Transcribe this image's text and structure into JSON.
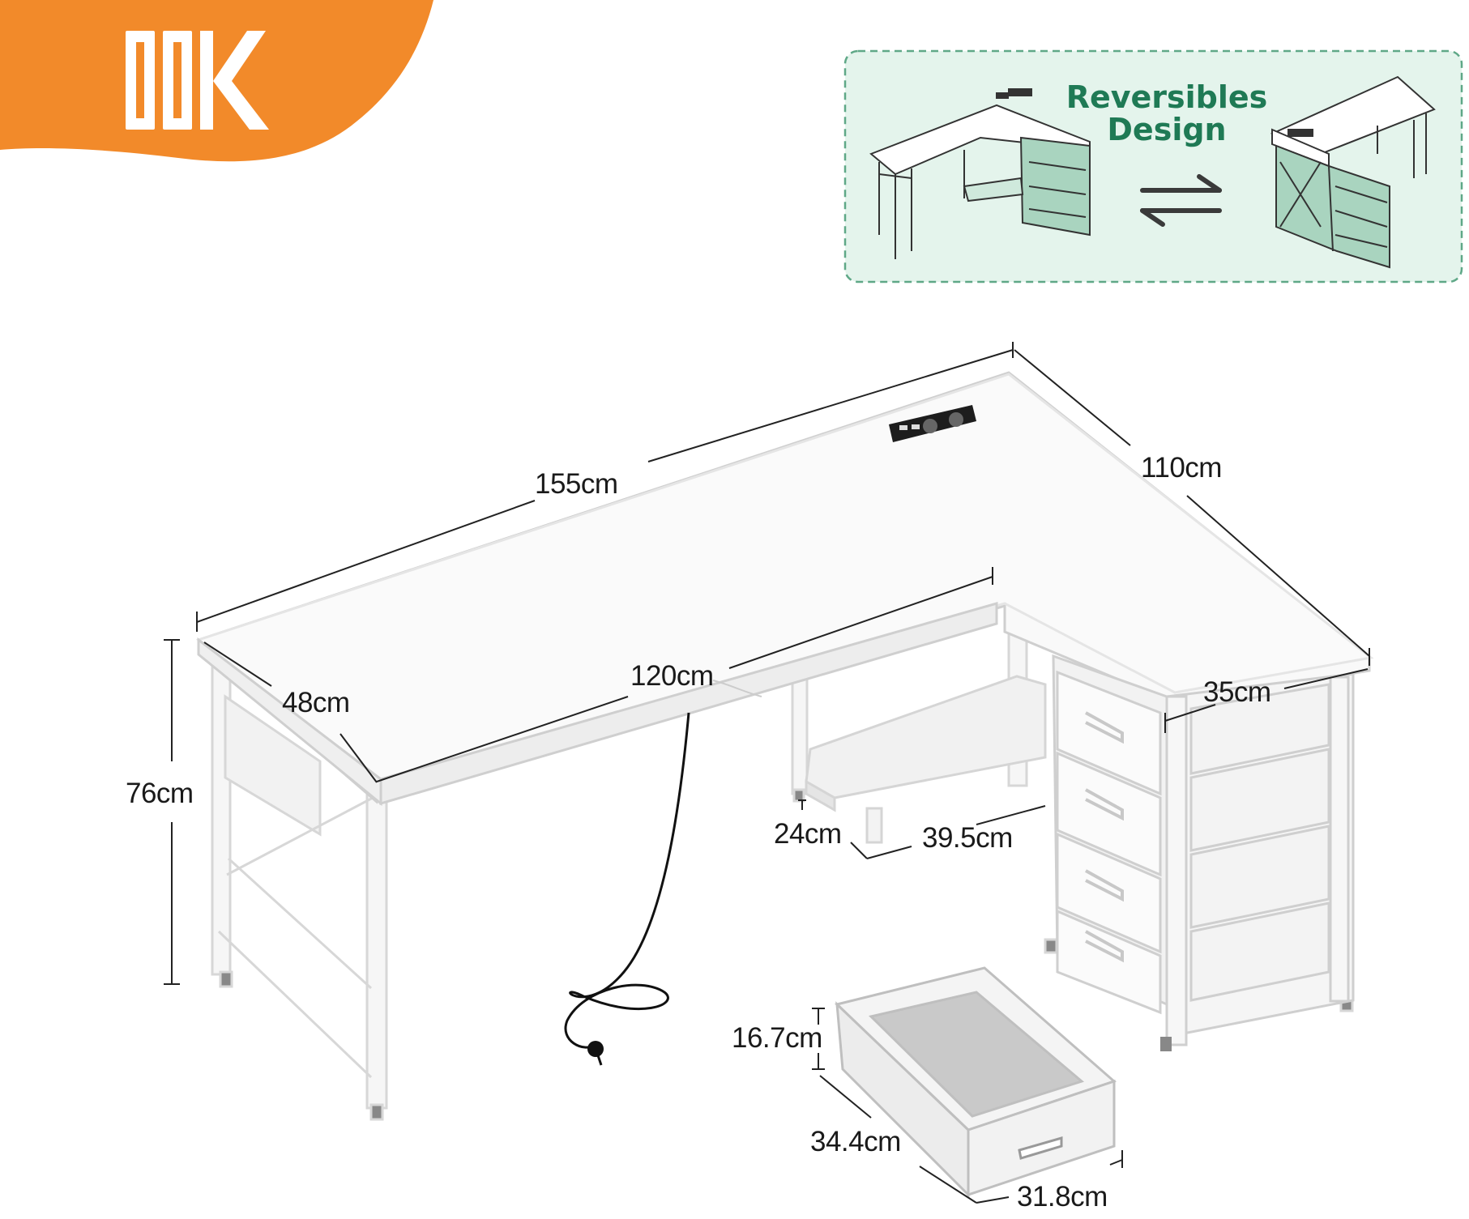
{
  "brand": {
    "logo_text": "ODK",
    "logo_color": "#f28a2a"
  },
  "callout": {
    "title_line1": "Reversibles",
    "title_line2": "Design",
    "accent_color": "#1f7a55",
    "panel_color": "#e4f4ec",
    "swap_icon": "swap-arrows-icon"
  },
  "dimensions": {
    "desk_length": "155cm",
    "return_length": "110cm",
    "inner_length": "120cm",
    "desk_depth": "48cm",
    "desk_height": "76cm",
    "cabinet_depth": "35cm",
    "shelf_height": "24cm",
    "shelf_width": "39.5cm",
    "drawer_height": "16.7cm",
    "drawer_length": "34.4cm",
    "drawer_width": "31.8cm"
  }
}
